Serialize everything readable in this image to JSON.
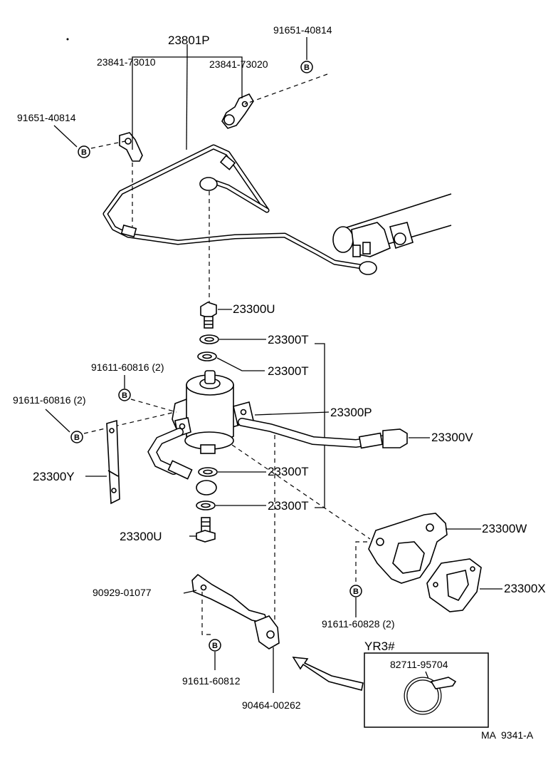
{
  "labels": {
    "tube_assy": "23801P",
    "clamp_left": "23841-73010",
    "clamp_right": "23841-73020",
    "bolt_top_right": "91651-40814",
    "bolt_top_left": "91651-40814",
    "union_bolt_top": "23300U",
    "gasket_1": "23300T",
    "gasket_2": "23300T",
    "gasket_3": "23300T",
    "gasket_4": "23300T",
    "bolt_mid_1": "91611-60816 (2)",
    "bolt_mid_2": "91611-60816 (2)",
    "pump": "23300P",
    "hose_fitting": "23300V",
    "bracket_left": "23300Y",
    "union_bolt_bottom": "23300U",
    "bracket_right": "23300W",
    "insulator": "23300X",
    "bolt_bottom_right": "91611-60828 (2)",
    "clamp_lower": "90929-01077",
    "bolt_lower": "91611-60812",
    "clip_lower": "90464-00262",
    "variant": "YR3#",
    "band_clamp": "82711-95704",
    "drawing_code": "MA  9341-A"
  },
  "symbols": {
    "bolt_marker": "B"
  }
}
